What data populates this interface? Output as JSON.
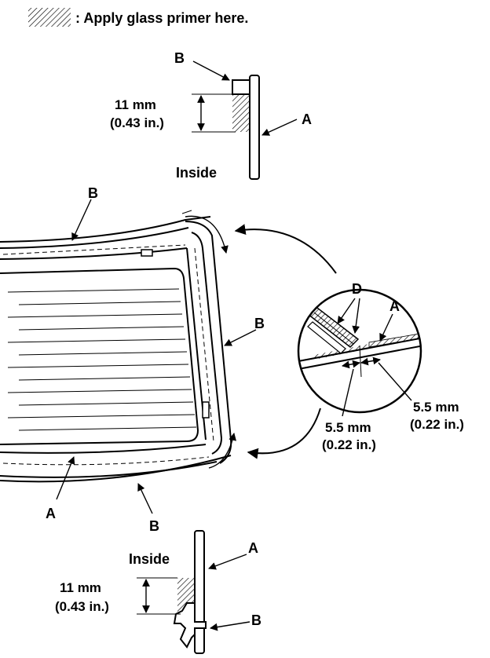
{
  "legend": {
    "text": ": Apply glass primer here."
  },
  "labels": {
    "a": "A",
    "b": "B",
    "d": "D",
    "inside": "Inside"
  },
  "dimensions": {
    "top_mm": "11 mm",
    "top_in": "(0.43 in.)",
    "bottom_mm": "11 mm",
    "bottom_in": "(0.43 in.)",
    "detail_left_mm": "5.5 mm",
    "detail_left_in": "(0.22 in.)",
    "detail_right_mm": "5.5 mm",
    "detail_right_in": "(0.22 in.)"
  }
}
